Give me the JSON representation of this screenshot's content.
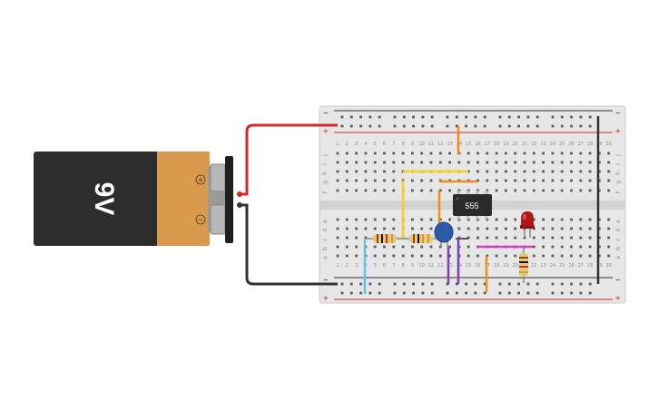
{
  "battery": {
    "label": "9V",
    "plus_symbol": "+",
    "minus_symbol": "−",
    "body_color": "#2d2d2d",
    "band_color": "#d99a4e"
  },
  "chip": {
    "label": "555",
    "color": "#2b2b2b"
  },
  "breadboard": {
    "columns": [
      "1",
      "2",
      "3",
      "4",
      "5",
      "6",
      "7",
      "8",
      "9",
      "10",
      "11",
      "12",
      "13",
      "14",
      "15",
      "16",
      "17",
      "18",
      "19",
      "20",
      "21",
      "22",
      "23",
      "24",
      "25",
      "26",
      "27",
      "28",
      "29",
      "30"
    ],
    "top_rows": [
      "j",
      "i",
      "h",
      "g",
      "f"
    ],
    "bottom_rows": [
      "e",
      "d",
      "c",
      "b",
      "a"
    ],
    "rail_plus": "+",
    "rail_minus": "−",
    "rail_red": "#d22b2b",
    "rail_black": "#333333"
  },
  "led": {
    "color": "#b01818"
  },
  "capacitor": {
    "color": "#2a5aa8"
  },
  "wire_colors": {
    "red": "#d22b2b",
    "black": "#333333",
    "orange": "#f08c1e",
    "yellow": "#f2d020",
    "purple": "#7a3fb0",
    "magenta": "#d23fbf",
    "cyan": "#6ac3da",
    "gray": "#555555"
  }
}
